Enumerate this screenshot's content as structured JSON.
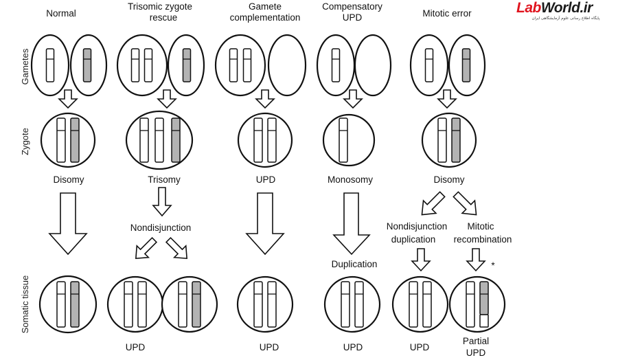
{
  "logo": {
    "part1": "Lab",
    "part2": "World.ir",
    "tagline": "پایگاه اطلاع رسانی علوم آزمایشگاهی ایران"
  },
  "row_labels": {
    "gametes": "Gametes",
    "zygote": "Zygote",
    "somatic": "Somatic tissue"
  },
  "columns": {
    "normal": {
      "title": "Normal",
      "state": "Disomy"
    },
    "trisomic": {
      "title1": "Trisomic zygote",
      "title2": "rescue",
      "state": "Trisomy",
      "mechanism": "Nondisjunction",
      "outcome": "UPD"
    },
    "gamete": {
      "title1": "Gamete",
      "title2": "complementation",
      "state": "UPD",
      "outcome": "UPD"
    },
    "compensatory": {
      "title1": "Compensatory",
      "title2": "UPD",
      "state": "Monosomy",
      "mechanism": "Duplication",
      "outcome": "UPD"
    },
    "mitotic": {
      "title": "Mitotic error",
      "state": "Disomy",
      "left_mech1": "Nondisjunction",
      "left_mech2": "duplication",
      "right_mech1": "Mitotic",
      "right_mech2": "recombination",
      "left_outcome": "UPD",
      "right_outcome1": "Partial",
      "right_outcome2": "UPD",
      "marker": "*"
    }
  },
  "colors": {
    "shaded_chromosome": "#b3b3b3",
    "logo_red": "#e0141e"
  }
}
